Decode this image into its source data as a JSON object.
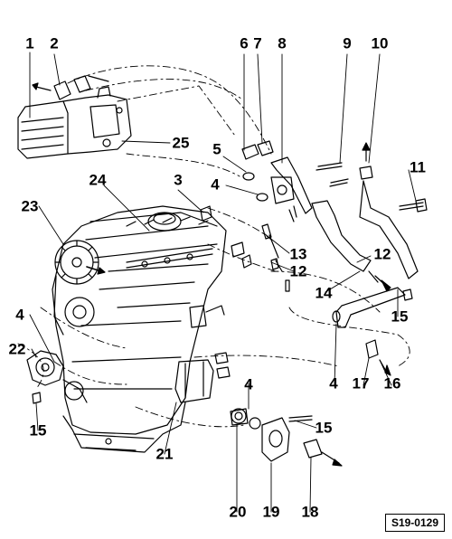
{
  "figure": {
    "reference": "S19-0129",
    "callouts": [
      {
        "id": "c1",
        "label": "1"
      },
      {
        "id": "c2",
        "label": "2"
      },
      {
        "id": "c6",
        "label": "6"
      },
      {
        "id": "c7",
        "label": "7"
      },
      {
        "id": "c8",
        "label": "8"
      },
      {
        "id": "c9",
        "label": "9"
      },
      {
        "id": "c10",
        "label": "10"
      },
      {
        "id": "c25",
        "label": "25"
      },
      {
        "id": "c5",
        "label": "5"
      },
      {
        "id": "c4a",
        "label": "4"
      },
      {
        "id": "c11",
        "label": "11"
      },
      {
        "id": "c3",
        "label": "3"
      },
      {
        "id": "c24",
        "label": "24"
      },
      {
        "id": "c23",
        "label": "23"
      },
      {
        "id": "c13",
        "label": "13"
      },
      {
        "id": "c12a",
        "label": "12"
      },
      {
        "id": "c12b",
        "label": "12"
      },
      {
        "id": "c14",
        "label": "14"
      },
      {
        "id": "c15a",
        "label": "15"
      },
      {
        "id": "c4b",
        "label": "4"
      },
      {
        "id": "c22",
        "label": "22"
      },
      {
        "id": "c4c",
        "label": "4"
      },
      {
        "id": "c17",
        "label": "17"
      },
      {
        "id": "c16",
        "label": "16"
      },
      {
        "id": "c4d",
        "label": "4"
      },
      {
        "id": "c15b",
        "label": "15"
      },
      {
        "id": "c15c",
        "label": "15"
      },
      {
        "id": "c21",
        "label": "21"
      },
      {
        "id": "c20",
        "label": "20"
      },
      {
        "id": "c19",
        "label": "19"
      },
      {
        "id": "c18",
        "label": "18"
      }
    ]
  }
}
